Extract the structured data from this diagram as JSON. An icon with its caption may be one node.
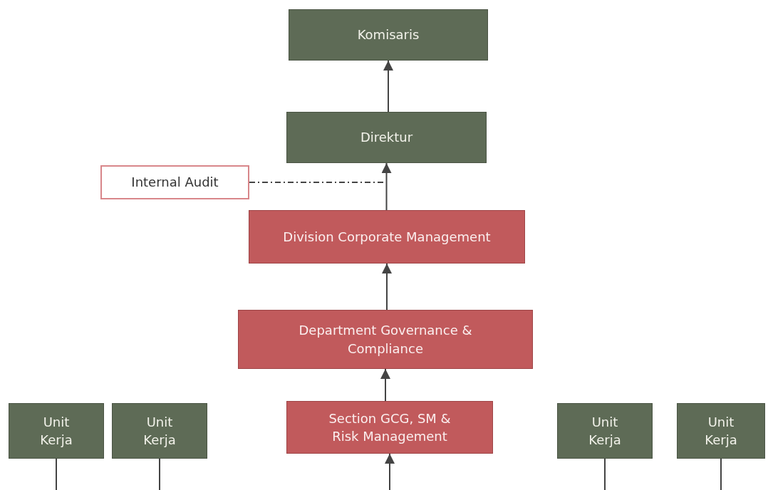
{
  "diagram": {
    "nodes": [
      {
        "text": [
          "Komisaris"
        ]
      },
      {
        "text": [
          "Direktur"
        ]
      },
      {
        "text": [
          "Internal Audit"
        ]
      },
      {
        "text": [
          "Division Corporate Management"
        ]
      },
      {
        "text": [
          "Department Governance & Compliance"
        ]
      },
      {
        "text": [
          "Section GCG, SM & Risk Management"
        ]
      },
      {
        "text": [
          "Unit Kerja"
        ]
      },
      {
        "text": [
          "Unit Kerja"
        ]
      },
      {
        "text": [
          "Unit Kerja"
        ]
      },
      {
        "text": [
          "Unit Kerja"
        ]
      }
    ],
    "edges": [
      {
        "from": 1,
        "to": 0,
        "arrow": "to"
      },
      {
        "from": 3,
        "to": 1,
        "arrow": "to"
      },
      {
        "from": 2,
        "to": null,
        "arrow": "none",
        "style": "dashed"
      },
      {
        "from": 4,
        "to": 3,
        "arrow": "to"
      },
      {
        "from": 5,
        "to": 4,
        "arrow": "to"
      },
      {
        "from": null,
        "to": 5,
        "arrow": "to"
      },
      {
        "from": 6,
        "to": null,
        "arrow": "none"
      },
      {
        "from": 7,
        "to": null,
        "arrow": "none"
      },
      {
        "from": 8,
        "to": null,
        "arrow": "none"
      },
      {
        "from": 9,
        "to": null,
        "arrow": "none"
      }
    ]
  }
}
